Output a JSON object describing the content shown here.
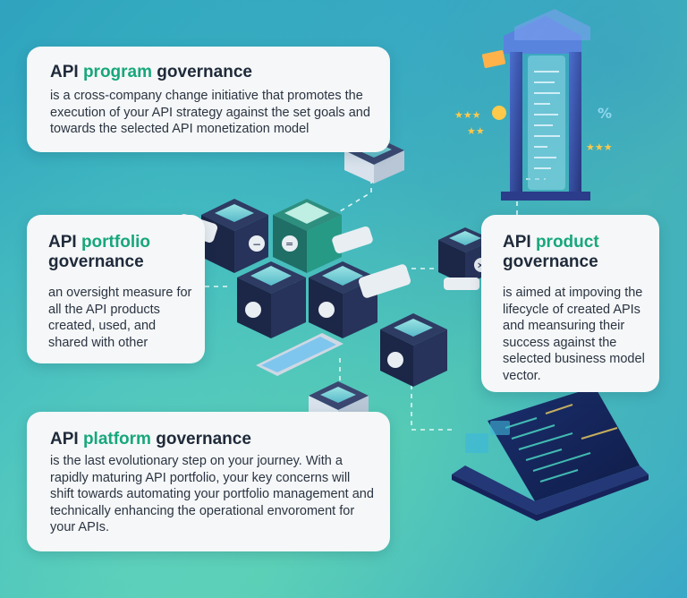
{
  "cards": {
    "program": {
      "title_prefix": "API ",
      "title_highlight": "program",
      "title_suffix": " governance",
      "body": "is a cross-company change initiative that promotes the execution of your API strategy against the set goals and towards the selected API monetization model"
    },
    "portfolio": {
      "title_prefix": "API ",
      "title_highlight": "portfolio",
      "title_suffix": " governance",
      "body": "an oversight measure for all the API products created, used, and shared with other"
    },
    "product": {
      "title_prefix": "API ",
      "title_highlight": "product",
      "title_suffix": " governance",
      "body": "is aimed at impoving the lifecycle of created APIs and meansuring their success against the selected business model vector."
    },
    "platform": {
      "title_prefix": "API ",
      "title_highlight": "platform",
      "title_suffix": " governance",
      "body": "is the last evolutionary step on your journey. With a rapidly maturing API portfolio, your key concerns will shift towards automating your portfolio management and technically enhancing the operational envoroment for your APIs."
    }
  },
  "illustration": {
    "symbols": {
      "bank_percent": "%",
      "minus": "−",
      "close": "✕",
      "equals": "="
    }
  },
  "colors": {
    "accent_green": "#17a77b",
    "card_bg": "#f5f7f8",
    "cube_dark": "#1f2a4a",
    "cube_screen": "#7fd3d6"
  }
}
